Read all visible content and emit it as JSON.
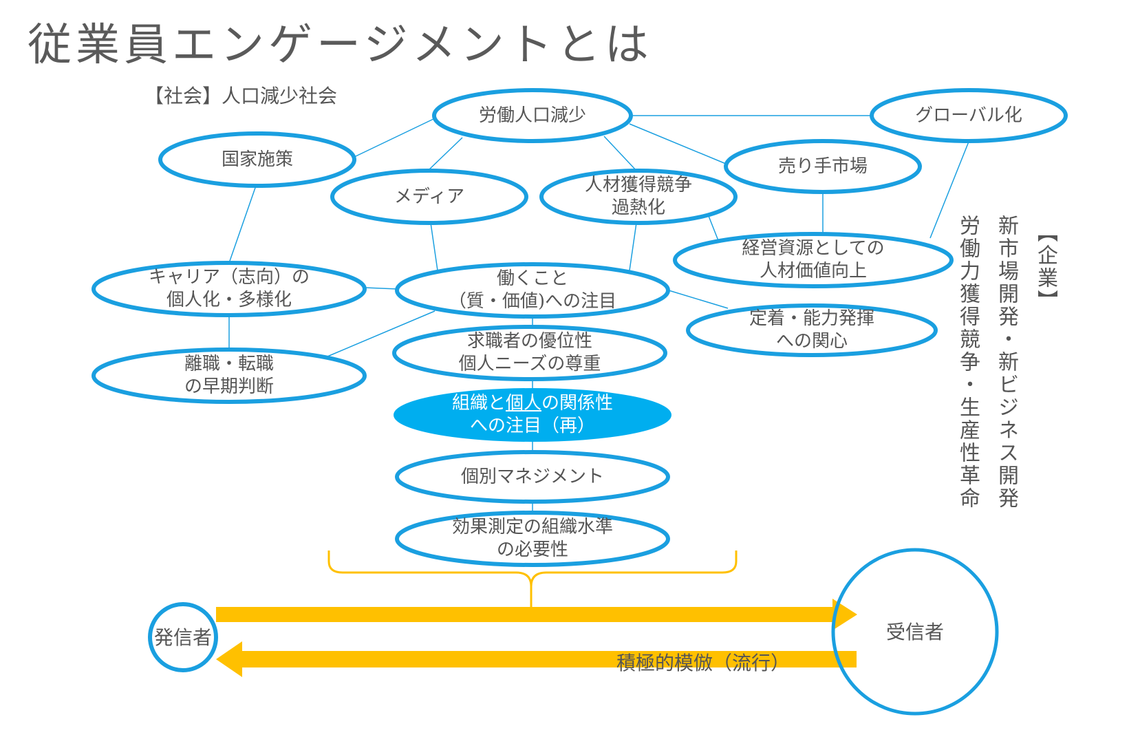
{
  "title": "従業員エンゲージメントとは",
  "society_label": "【社会】人口減少社会",
  "company_label": "【企業】",
  "company_text_1": "新市場開発・新ビジネス開発",
  "company_text_2": "労働力獲得競争・生産性革命",
  "nodes": {
    "labor": "労働人口減少",
    "global": "グローバル化",
    "policy": "国家施策",
    "seller": "売り手市場",
    "media": "メディア",
    "talent": "人材獲得競争\n過熱化",
    "value": "経営資源としての\n人材価値向上",
    "career": "キャリア（志向）の\n個人化・多様化",
    "work": "働くこと\n（質・価値)への注目",
    "retain": "定着・能力発揮\nへの関心",
    "seeker": "求職者の優位性\n個人ニーズの尊重",
    "leave": "離職・転職\nの早期判断",
    "rel_1": "組織と",
    "rel_2": "個人",
    "rel_3": "の関係性\nへの注目（再）",
    "mgmt": "個別マネジメント",
    "measure": "効果測定の組織水準\nの必要性"
  },
  "sender": "発信者",
  "receiver": "受信者",
  "imitation": "積極的模倣（流行）",
  "colors": {
    "node_stroke": "#1a9fe0",
    "node_fill_highlight": "#00aeef",
    "arrow": "#ffc000",
    "text": "#555555"
  }
}
